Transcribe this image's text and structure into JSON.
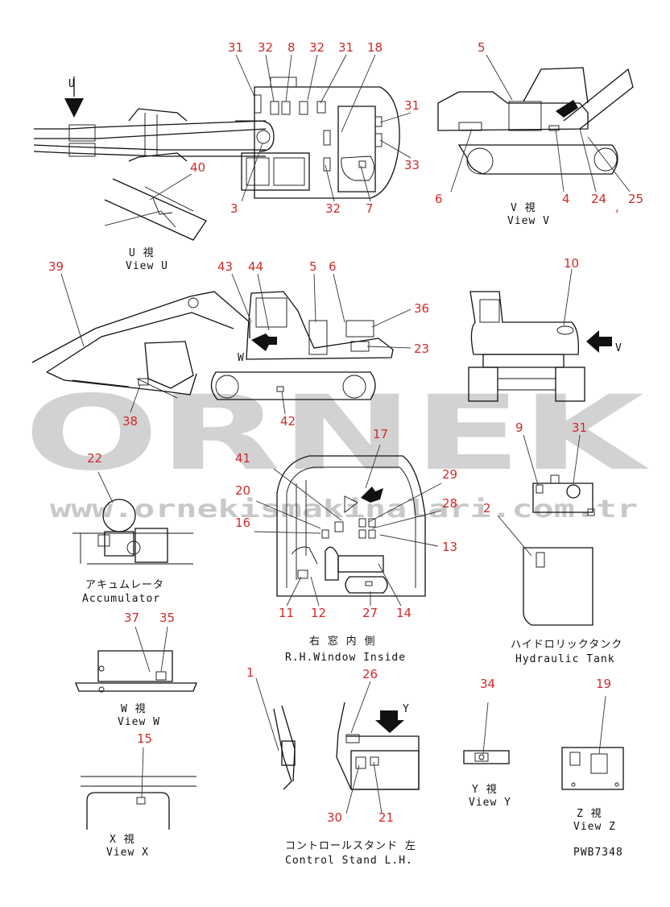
{
  "drawing_no": "PWB7348",
  "watermark": {
    "main": "ORNEK",
    "url": "www.ornekismakinalari.com.tr"
  },
  "captions": {
    "view_u_jp": "U 視",
    "view_u_en": "View U",
    "view_v_jp": "V 視",
    "view_v_en": "View V",
    "view_w_jp": "W 視",
    "view_w_en": "View W",
    "view_x_jp": "X 視",
    "view_x_en": "View X",
    "view_y_jp": "Y 視",
    "view_y_en": "View Y",
    "view_z_jp": "Z 視",
    "view_z_en": "View Z",
    "accum_jp": "アキュムレータ",
    "accum_en": "Accumulator",
    "window_jp": "右 窓 内 側",
    "window_en": "R.H.Window Inside",
    "tank_jp": "ハイドロリックタンク",
    "tank_en": "Hydraulic Tank",
    "stand_jp": "コントロールスタンド 左",
    "stand_en": "Control Stand L.H."
  },
  "view_letters": {
    "u": "U",
    "v": "V",
    "w": "W",
    "y": "Y",
    "comma": ","
  },
  "callouts": {
    "c31a": "31",
    "c32a": "32",
    "c8": "8",
    "c32b": "32",
    "c31b": "31",
    "c18": "18",
    "c31c": "31",
    "c33": "33",
    "c40": "40",
    "c3": "3",
    "c32c": "32",
    "c7": "7",
    "c5a": "5",
    "c6a": "6",
    "c4": "4",
    "c24": "24",
    "c25": "25",
    "c39": "39",
    "c43": "43",
    "c44": "44",
    "c5b": "5",
    "c6b": "6",
    "c36": "36",
    "c23": "23",
    "c38": "38",
    "c42": "42",
    "c10": "10",
    "c22": "22",
    "c17": "17",
    "c41": "41",
    "c20": "20",
    "c16": "16",
    "c29": "29",
    "c28": "28",
    "c13": "13",
    "c11": "11",
    "c12": "12",
    "c27": "27",
    "c14": "14",
    "c9": "9",
    "c31d": "31",
    "c2": "2",
    "c37": "37",
    "c35": "35",
    "c15": "15",
    "c1": "1",
    "c26": "26",
    "c30": "30",
    "c21": "21",
    "c34": "34",
    "c19": "19"
  }
}
